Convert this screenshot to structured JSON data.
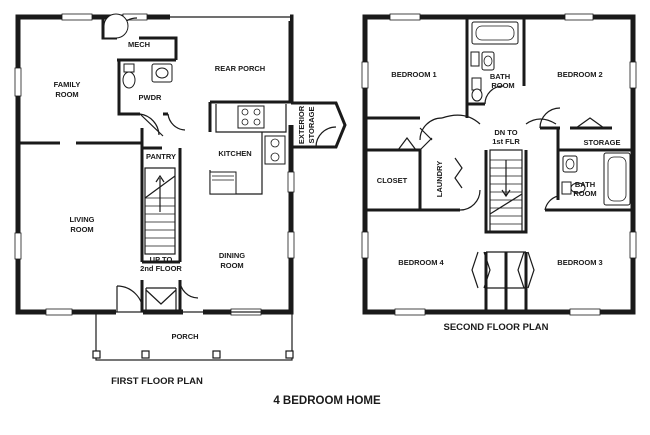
{
  "first_floor": {
    "caption": "FIRST FLOOR PLAN",
    "rooms": {
      "mech": "MECH",
      "family_room": [
        "FAMILY",
        "ROOM"
      ],
      "rear_porch": "REAR PORCH",
      "pwdr": "PWDR",
      "pantry": "PANTRY",
      "kitchen": "KITCHEN",
      "exterior_storage": [
        "EXTERIOR",
        "STORAGE"
      ],
      "living_room": [
        "LIVING",
        "ROOM"
      ],
      "stair_note": [
        "UP TO",
        "2nd FLOOR"
      ],
      "dining_room": [
        "DINING",
        "ROOM"
      ],
      "porch": "PORCH"
    }
  },
  "second_floor": {
    "caption": "SECOND FLOOR PLAN",
    "rooms": {
      "bedroom_1": "BEDROOM 1",
      "bath_room_1": [
        "BATH",
        "ROOM"
      ],
      "bedroom_2": "BEDROOM 2",
      "stair_note": [
        "DN TO",
        "1st FLR"
      ],
      "storage": "STORAGE",
      "closet": "CLOSET",
      "laundry": "LAUNDRY",
      "bath_room_2": [
        "BATH",
        "ROOM"
      ],
      "bedroom_4": "BEDROOM 4",
      "bedroom_3": "BEDROOM 3"
    }
  },
  "title": "4 BEDROOM HOME"
}
